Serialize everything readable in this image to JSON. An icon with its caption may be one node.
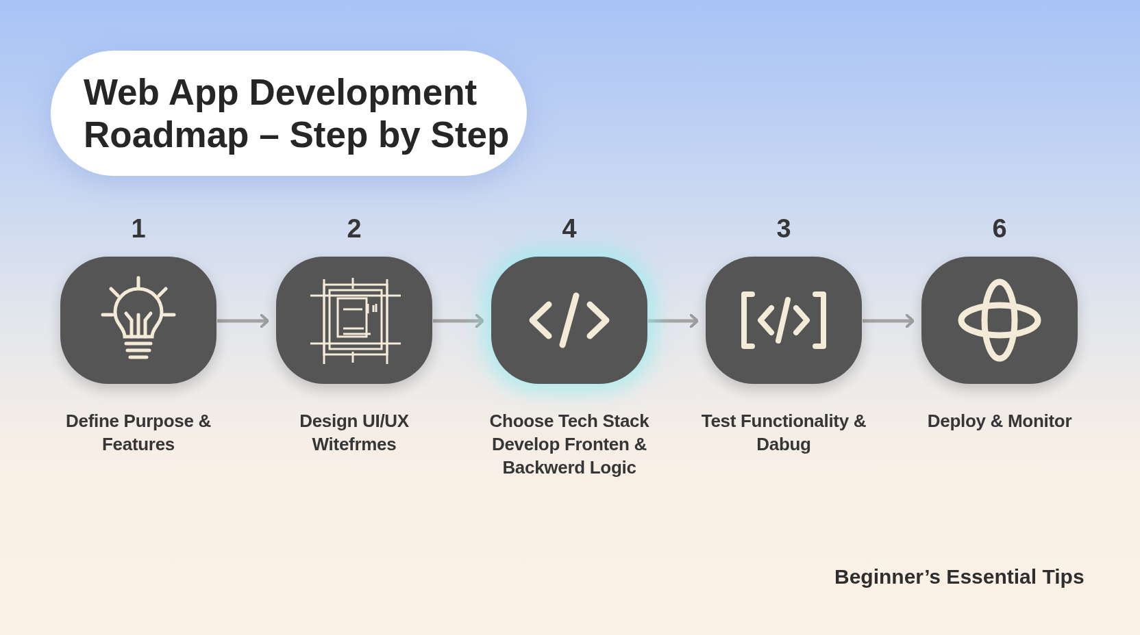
{
  "diagram": {
    "title": "Web App Development Roadmap – Step by Step",
    "nodes": [
      {
        "text": [
          "1",
          "Define Purpose & Features"
        ]
      },
      {
        "text": [
          "2",
          "Design UI/UX Witefrmes"
        ]
      },
      {
        "text": [
          "4",
          "Choose Tech Stack Develop Fronten & Backwerd Logic"
        ]
      },
      {
        "text": [
          "3",
          "Test Functionality & Dabug"
        ]
      },
      {
        "text": [
          "6",
          "Deploy & Monitor"
        ]
      }
    ],
    "edges": [
      {
        "from": 0,
        "to": 1,
        "arrow": "to"
      },
      {
        "from": 1,
        "to": 2,
        "arrow": "to"
      },
      {
        "from": 2,
        "to": 3,
        "arrow": "to"
      },
      {
        "from": 3,
        "to": 4,
        "arrow": "to"
      }
    ],
    "labels": [
      "Beginner’s Essential Tips"
    ]
  }
}
